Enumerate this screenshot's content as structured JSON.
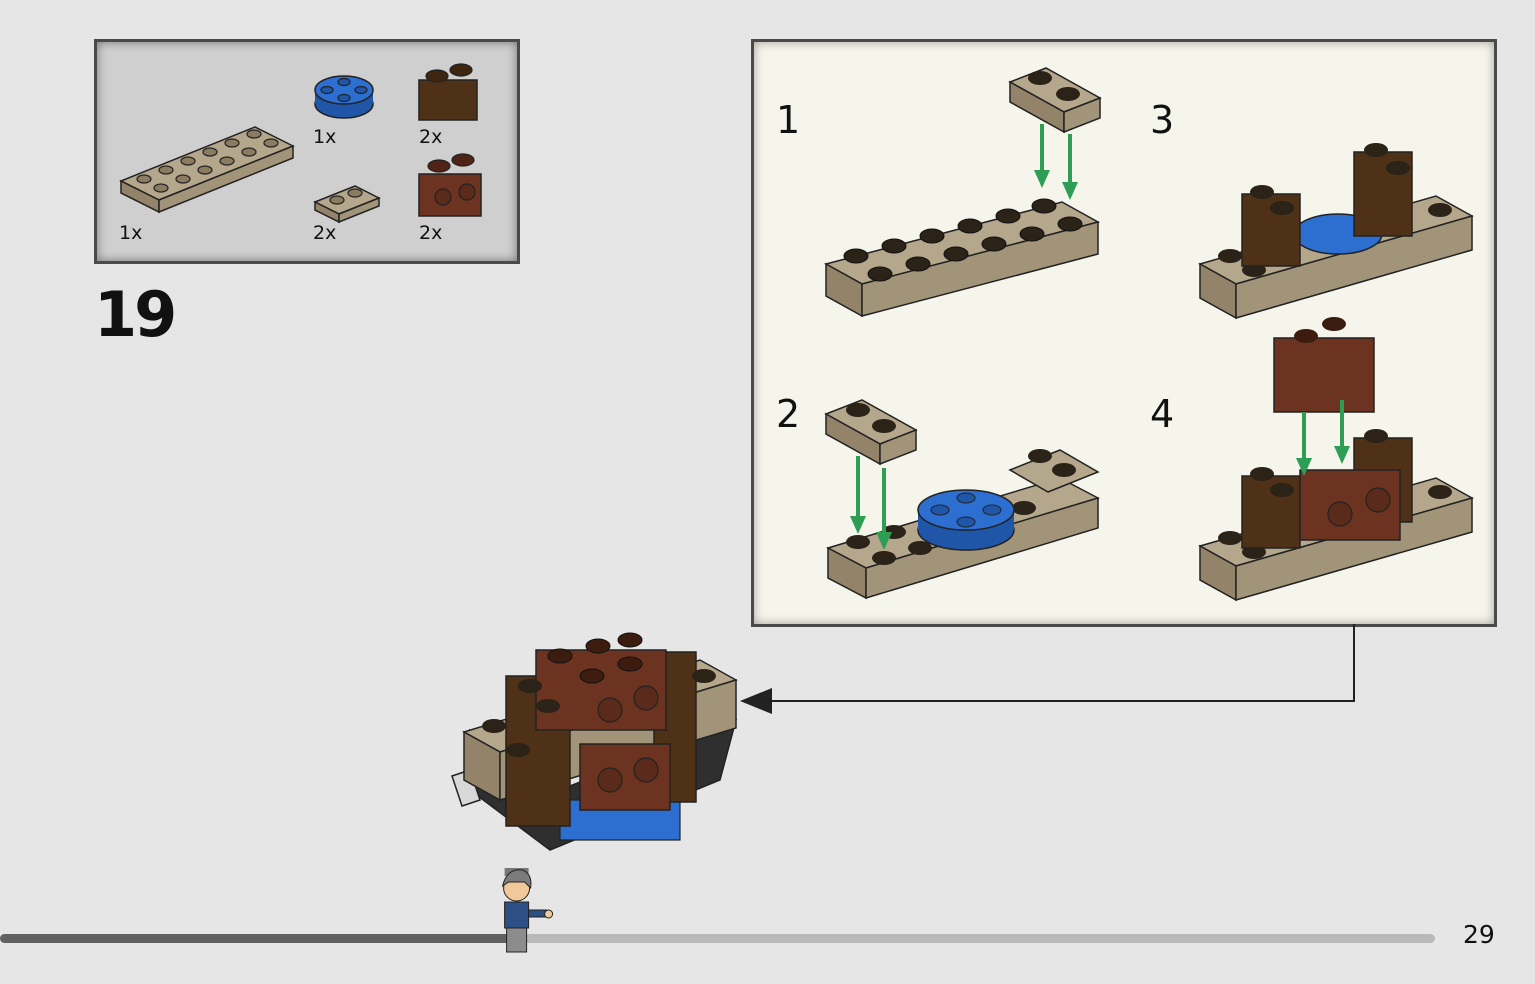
{
  "page": {
    "step_number": "19",
    "page_number": "29"
  },
  "parts_list": {
    "items": [
      {
        "name": "tan plate 2x6",
        "qty": "1x",
        "color": "#a7997f"
      },
      {
        "name": "blue round plate 2x2",
        "qty": "1x",
        "color": "#2c6fd1"
      },
      {
        "name": "tan plate 1x2",
        "qty": "2x",
        "color": "#a7997f"
      },
      {
        "name": "dark brown brick 1x2",
        "qty": "2x",
        "color": "#4f3117"
      },
      {
        "name": "reddish brown brick 1x2",
        "qty": "2x",
        "color": "#6b3320"
      }
    ]
  },
  "sub_steps": [
    {
      "label": "1"
    },
    {
      "label": "2"
    },
    {
      "label": "3"
    },
    {
      "label": "4"
    }
  ],
  "colors": {
    "tan": "#a7997f",
    "dark_brown": "#4f3117",
    "reddish_brown": "#6b3320",
    "blue": "#2c6fd1",
    "arrow_green": "#2e9e55",
    "progress_dark": "#616161",
    "progress_light": "#b9b9b9"
  },
  "progress": {
    "fraction": 0.36
  }
}
